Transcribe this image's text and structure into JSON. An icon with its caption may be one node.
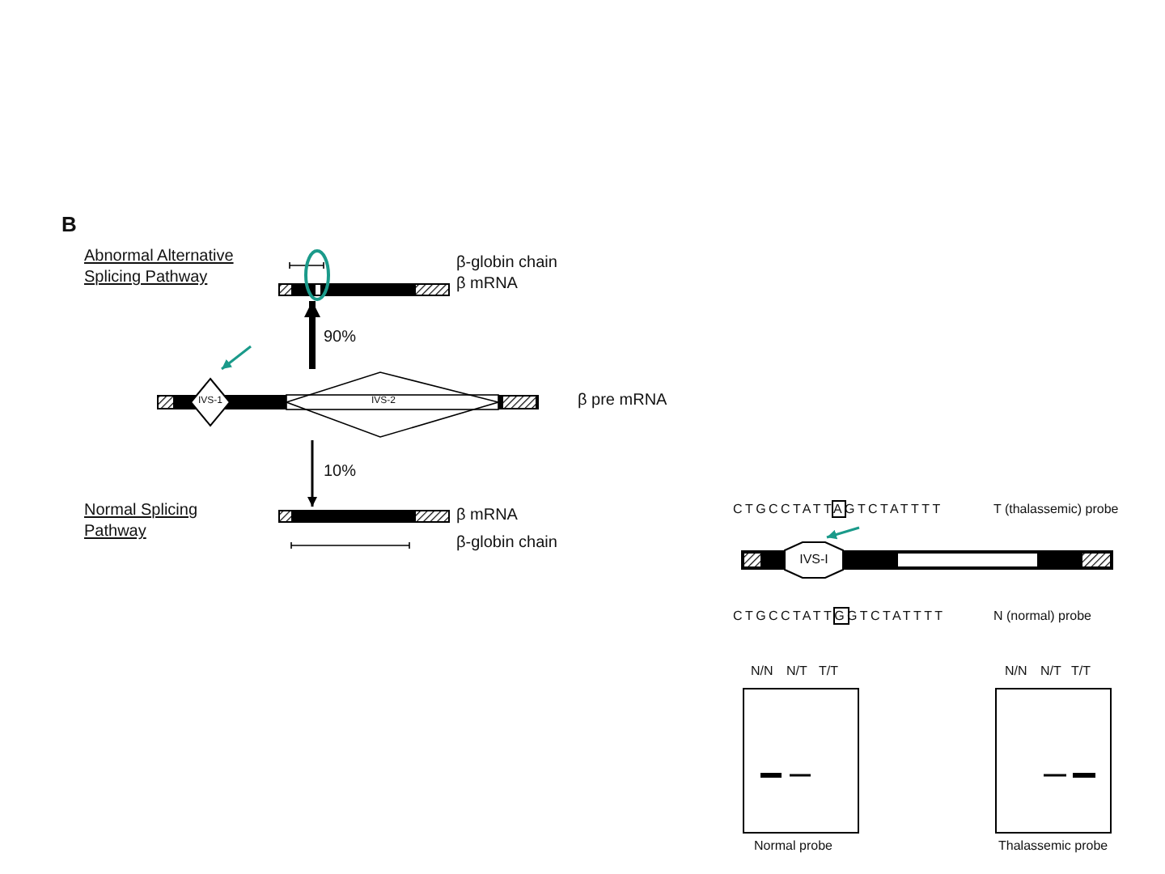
{
  "diagram": {
    "nodes": [
      {
        "text": [],
        "shape": "bar",
        "beside": [
          "β mRNA"
        ]
      },
      {
        "text": [
          "IVS-1",
          "IVS-2"
        ],
        "beside": [
          "β pre mRNA"
        ]
      },
      {
        "text": [],
        "shape": "bar",
        "beside": [
          "β mRNA"
        ]
      },
      {
        "text": [
          "IVS-I"
        ]
      },
      {
        "text": [],
        "shape": "box",
        "beside": [
          "Normal probe"
        ]
      },
      {
        "text": [],
        "shape": "box",
        "beside": [
          "Thalassemic probe"
        ]
      }
    ],
    "edges": [
      {
        "from": 1,
        "to": 0,
        "arrow": "to",
        "label": "90%",
        "style": "thick"
      },
      {
        "from": 1,
        "to": 2,
        "arrow": "to",
        "label": "10%"
      },
      {
        "from": null,
        "to": 1,
        "arrow": "to",
        "color": "#1a9a8a"
      },
      {
        "from": null,
        "to": 3,
        "arrow": "to",
        "color": "#1a9a8a"
      }
    ],
    "labels": [
      "B",
      "Abnormal Alternative Splicing Pathway",
      "β-globin chain",
      "Normal Splicing Pathway",
      "β-globin chain",
      "CTGCCTATTAGTCTATTTT",
      "T (thalassemic) probe",
      "CTGCCTATTGGTCTATTTT",
      "N (normal) probe",
      "N/N",
      "N/T",
      "T/T",
      "N/N",
      "N/T",
      "T/T"
    ]
  }
}
